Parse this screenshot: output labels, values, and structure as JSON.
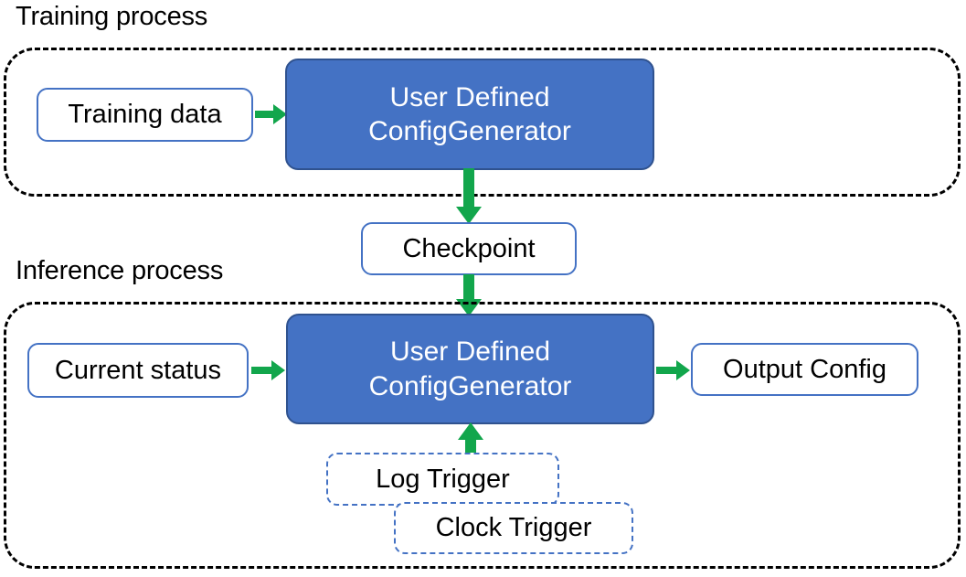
{
  "diagram": {
    "title_training": "Training process",
    "title_inference": "Inference process",
    "colors": {
      "accent_blue": "#4472C4",
      "blue_border": "#2F528F",
      "arrow_green": "#12A64C",
      "container_dash": "#000000",
      "box_border": "#4472C4",
      "text_dark": "#000000",
      "text_light": "#FFFFFF",
      "background": "#FFFFFF"
    },
    "training": {
      "input_box": "Training data",
      "processor_line1": "User Defined",
      "processor_line2": "ConfigGenerator"
    },
    "checkpoint": {
      "label": "Checkpoint"
    },
    "inference": {
      "input_box": "Current status",
      "processor_line1": "User Defined",
      "processor_line2": "ConfigGenerator",
      "output_box": "Output Config",
      "trigger_log": "Log Trigger",
      "trigger_clock": "Clock Trigger"
    },
    "arrows": [
      {
        "name": "training-data-to-generator",
        "direction": "right"
      },
      {
        "name": "training-generator-to-checkpoint",
        "direction": "down"
      },
      {
        "name": "checkpoint-to-inference-generator",
        "direction": "down"
      },
      {
        "name": "current-status-to-generator",
        "direction": "right"
      },
      {
        "name": "generator-to-output-config",
        "direction": "right"
      },
      {
        "name": "triggers-to-generator",
        "direction": "up"
      }
    ]
  }
}
